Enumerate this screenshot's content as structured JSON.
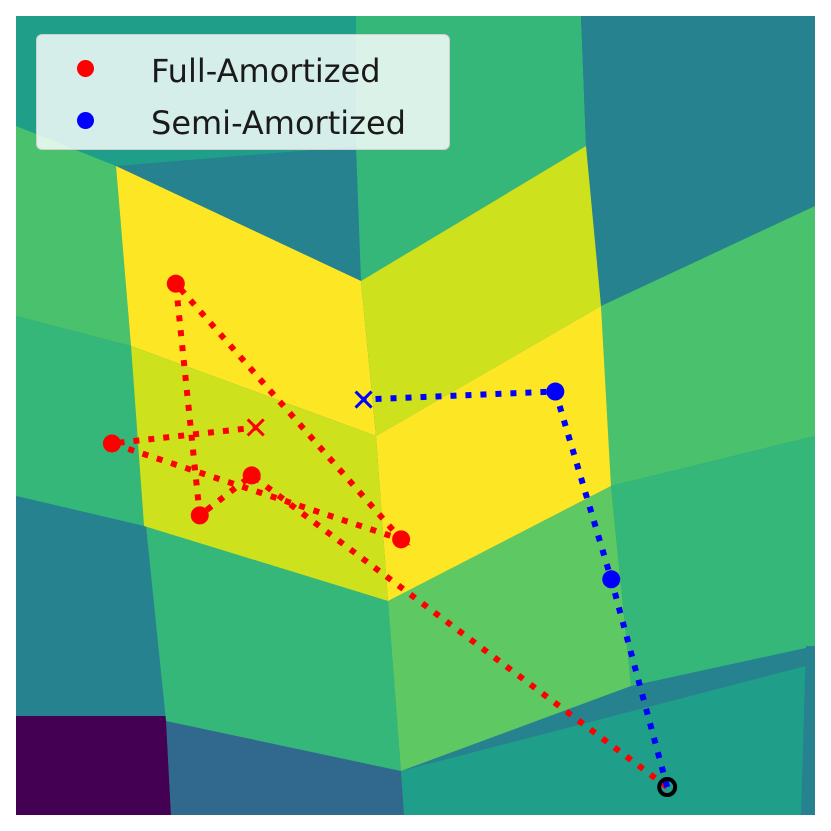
{
  "chart_data": {
    "type": "scatter",
    "title": "",
    "xlabel": "",
    "ylabel": "",
    "grid": false,
    "axes_visible": false,
    "xlim": [
      0,
      1
    ],
    "ylim": [
      0,
      1
    ],
    "legend": {
      "placement": "top-left"
    },
    "background": {
      "kind": "piecewise-constant landscape",
      "colormap": "viridis",
      "palette": [
        "#440154",
        "#31688e",
        "#26828e",
        "#1f9e89",
        "#35b779",
        "#4ac16d",
        "#5ec962",
        "#cde11d",
        "#fde725"
      ]
    },
    "target": {
      "x": 0.815,
      "y": 0.035,
      "color": "#000000",
      "marker": "ring"
    },
    "series": [
      {
        "name": "Full-Amortized",
        "color": "#ff0000",
        "line_style": "dotted",
        "points": [
          {
            "x": 0.815,
            "y": 0.035
          },
          {
            "x": 0.295,
            "y": 0.425
          },
          {
            "x": 0.23,
            "y": 0.375
          },
          {
            "x": 0.2,
            "y": 0.665
          },
          {
            "x": 0.482,
            "y": 0.345
          },
          {
            "x": 0.12,
            "y": 0.465
          },
          {
            "x": 0.3,
            "y": 0.485
          }
        ],
        "final_marker": "x"
      },
      {
        "name": "Semi-Amortized",
        "color": "#0000ff",
        "line_style": "dotted",
        "points": [
          {
            "x": 0.815,
            "y": 0.035
          },
          {
            "x": 0.745,
            "y": 0.295
          },
          {
            "x": 0.675,
            "y": 0.53
          },
          {
            "x": 0.435,
            "y": 0.52
          }
        ],
        "final_marker": "x"
      }
    ]
  }
}
